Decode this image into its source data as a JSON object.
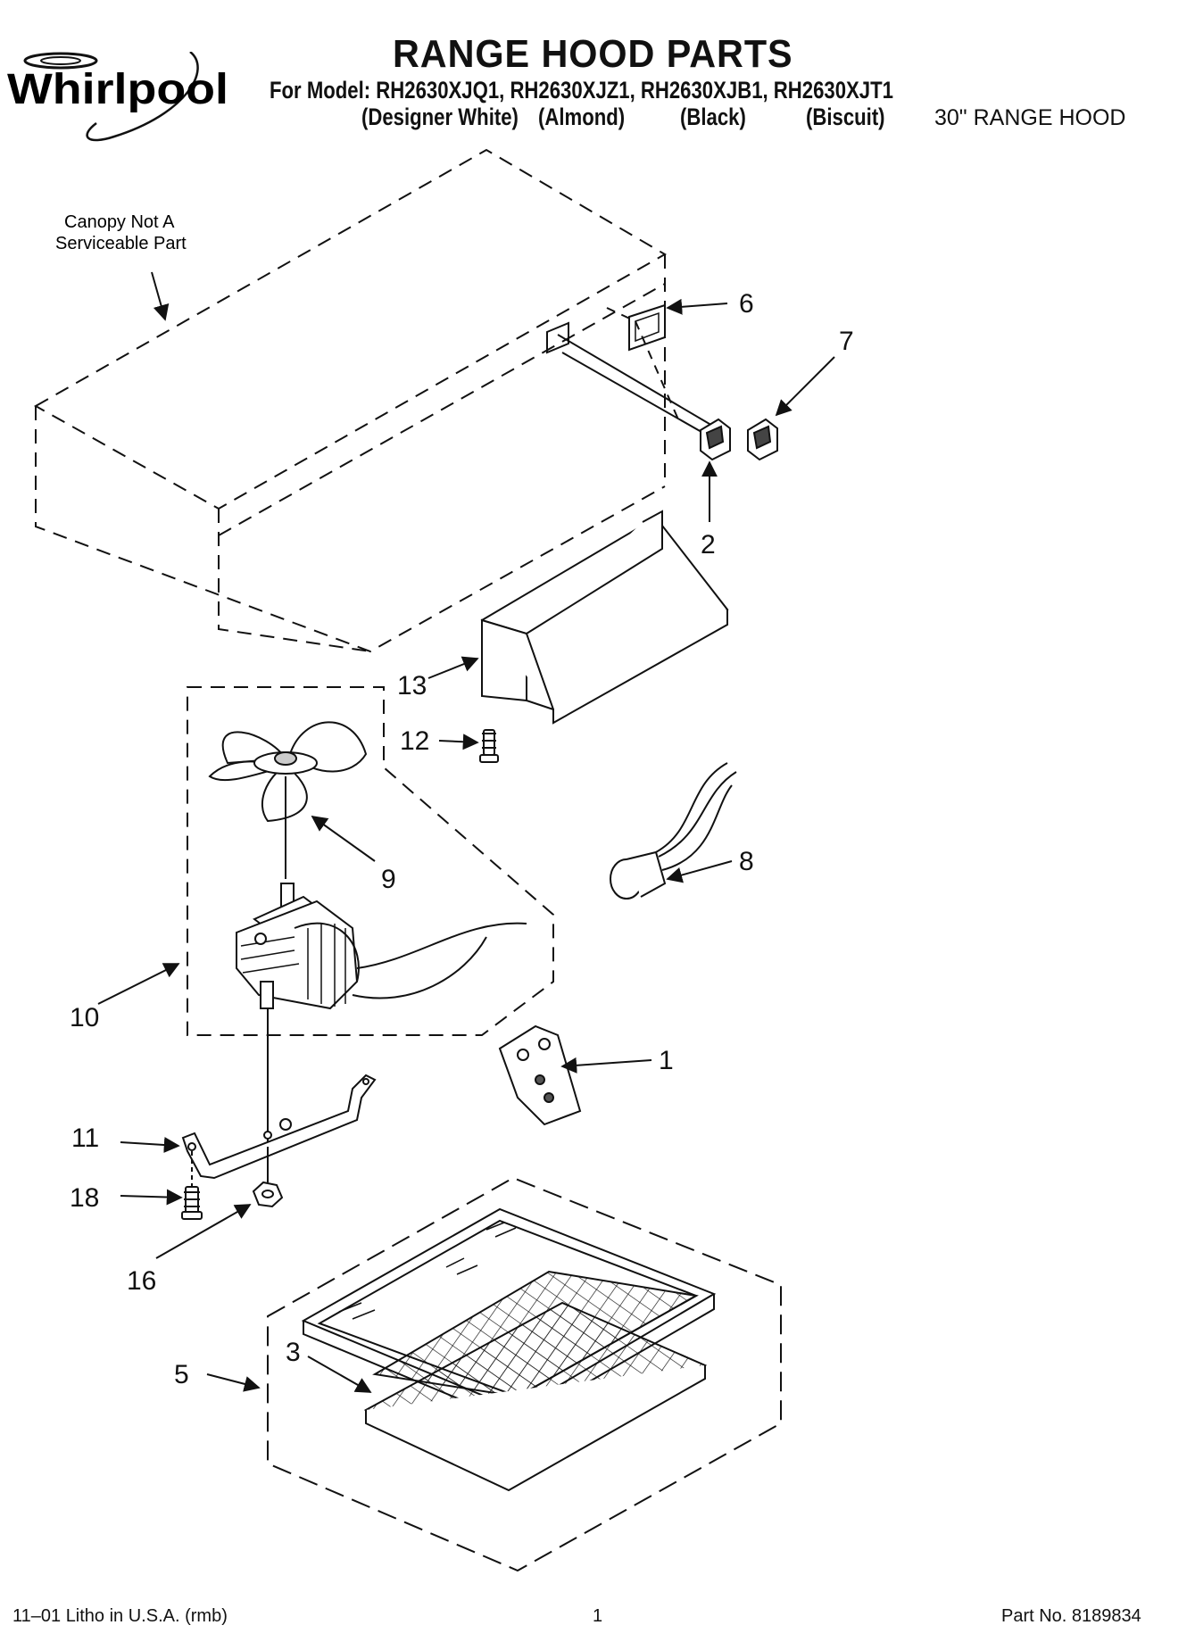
{
  "header": {
    "brand": "Whirlpool",
    "title": "RANGE HOOD PARTS",
    "models_line": "For Model: RH2630XJQ1, RH2630XJZ1, RH2630XJB1, RH2630XJT1",
    "colors": [
      "(Designer White)",
      "(Almond)",
      "(Black)",
      "(Biscuit)"
    ],
    "hood_size": "30\" RANGE HOOD"
  },
  "diagram": {
    "note_line1": "Canopy Not A",
    "note_line2": "Serviceable Part",
    "callouts": {
      "c1": "1",
      "c2": "2",
      "c3": "3",
      "c5": "5",
      "c6": "6",
      "c7": "7",
      "c8": "8",
      "c9": "9",
      "c10": "10",
      "c11": "11",
      "c12": "12",
      "c13": "13",
      "c16": "16",
      "c18": "18"
    }
  },
  "footer": {
    "print_info": "11–01 Litho in U.S.A. (rmb)",
    "page_number": "1",
    "part_number": "Part No. 8189834"
  }
}
